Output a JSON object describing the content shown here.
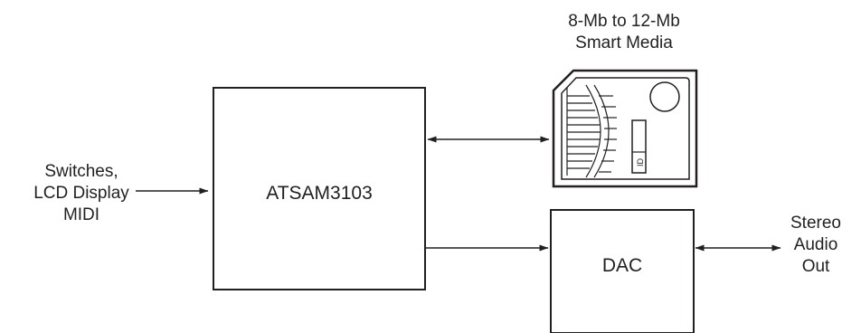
{
  "processor": {
    "label": "ATSAM3103"
  },
  "dac": {
    "label": "DAC"
  },
  "inputs": {
    "lines": [
      "Switches,",
      "LCD Display",
      "MIDI"
    ]
  },
  "memory_card": {
    "lines": [
      "8-Mb to 12-Mb",
      "Smart Media"
    ],
    "chip_label": "ID",
    "icon": "smart-media-card-icon"
  },
  "output": {
    "lines": [
      "Stereo",
      "Audio",
      "Out"
    ]
  },
  "colors": {
    "stroke": "#231f20",
    "background": "#ffffff"
  }
}
